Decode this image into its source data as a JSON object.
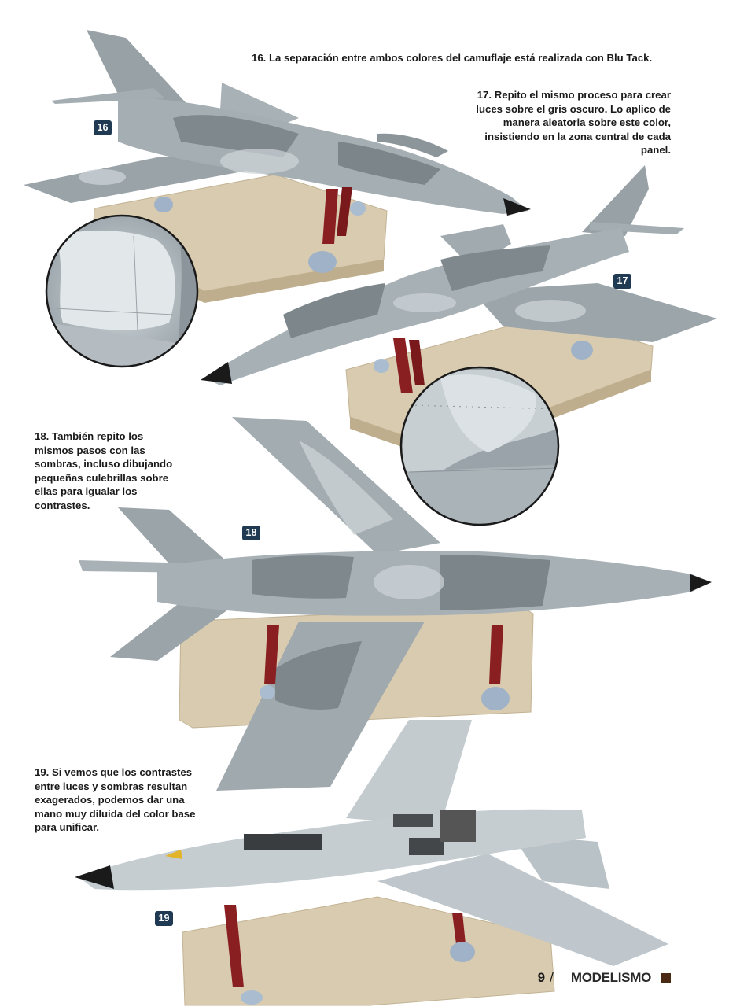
{
  "steps": [
    {
      "badge": "16",
      "caption": "16. La separación entre ambos colores del camuflaje está realizada con Blu Tack."
    },
    {
      "badge": "17",
      "caption": "17. Repito el mismo proceso para crear luces sobre el gris oscuro. Lo aplico de manera aleatoria sobre este color, insistiendo en la zona central de cada panel."
    },
    {
      "badge": "18",
      "caption": "18. También repito los mismos pasos con las sombras, incluso dibujando pequeñas culebrillas sobre ellas para igualar los contrastes."
    },
    {
      "badge": "19",
      "caption": "19. Si vemos que los contrastes entre luces y sombras resultan exagerados, podemos dar una mano muy diluida del color base para unificar."
    }
  ],
  "footer": {
    "page_number": "9",
    "separator": "/",
    "brand_small": "",
    "brand": "MODELISMO"
  },
  "colors": {
    "badge_bg": "#1f3a52",
    "camo_light": "#c9d2d7",
    "camo_dark": "#8d969c",
    "base_wood": "#d9cbb0",
    "stand_red": "#8a1f22",
    "footer_square": "#4a2a12"
  }
}
